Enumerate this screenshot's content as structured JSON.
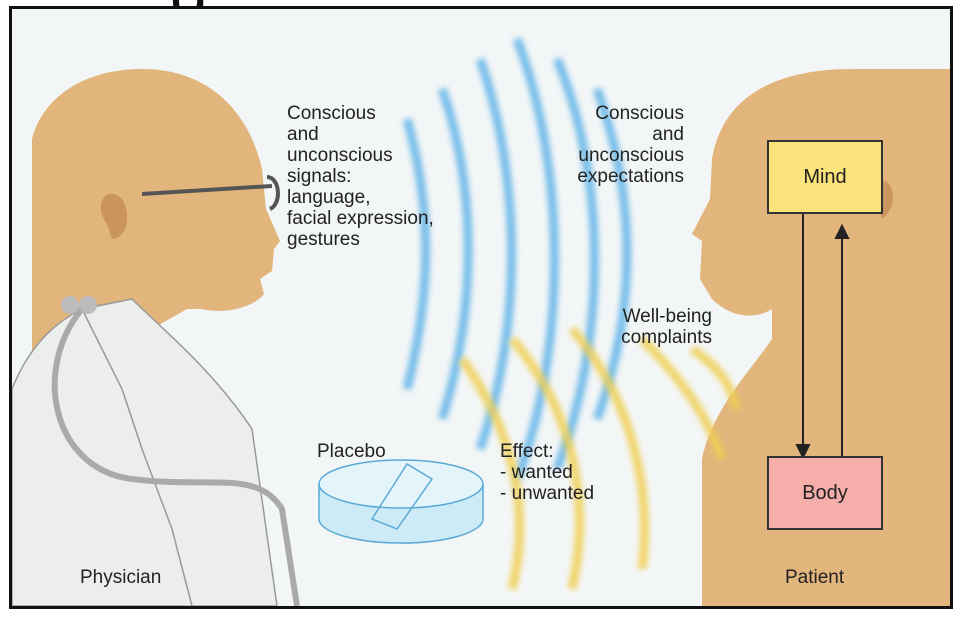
{
  "colors": {
    "skin": "#e2b57d",
    "skin_shadow": "#c9955c",
    "coat": "#eceeec",
    "wave_blue": "#62b4e8",
    "wave_yellow": "#f0cf52",
    "mind_box": "#fbe37c",
    "body_box": "#f5aeaa",
    "disc": "#cdebf7"
  },
  "labels": {
    "signals": "Conscious\nand\nunconscious\nsignals:\nlanguage,\nfacial expression,\ngestures",
    "expectations": "Conscious\nand\nunconscious\nexpectations",
    "wellbeing": "Well-being\ncomplaints",
    "placebo": "Placebo",
    "effect": "Effect:\n- wanted\n- unwanted",
    "physician": "Physician",
    "patient": "Patient",
    "mind": "Mind",
    "body": "Body"
  }
}
